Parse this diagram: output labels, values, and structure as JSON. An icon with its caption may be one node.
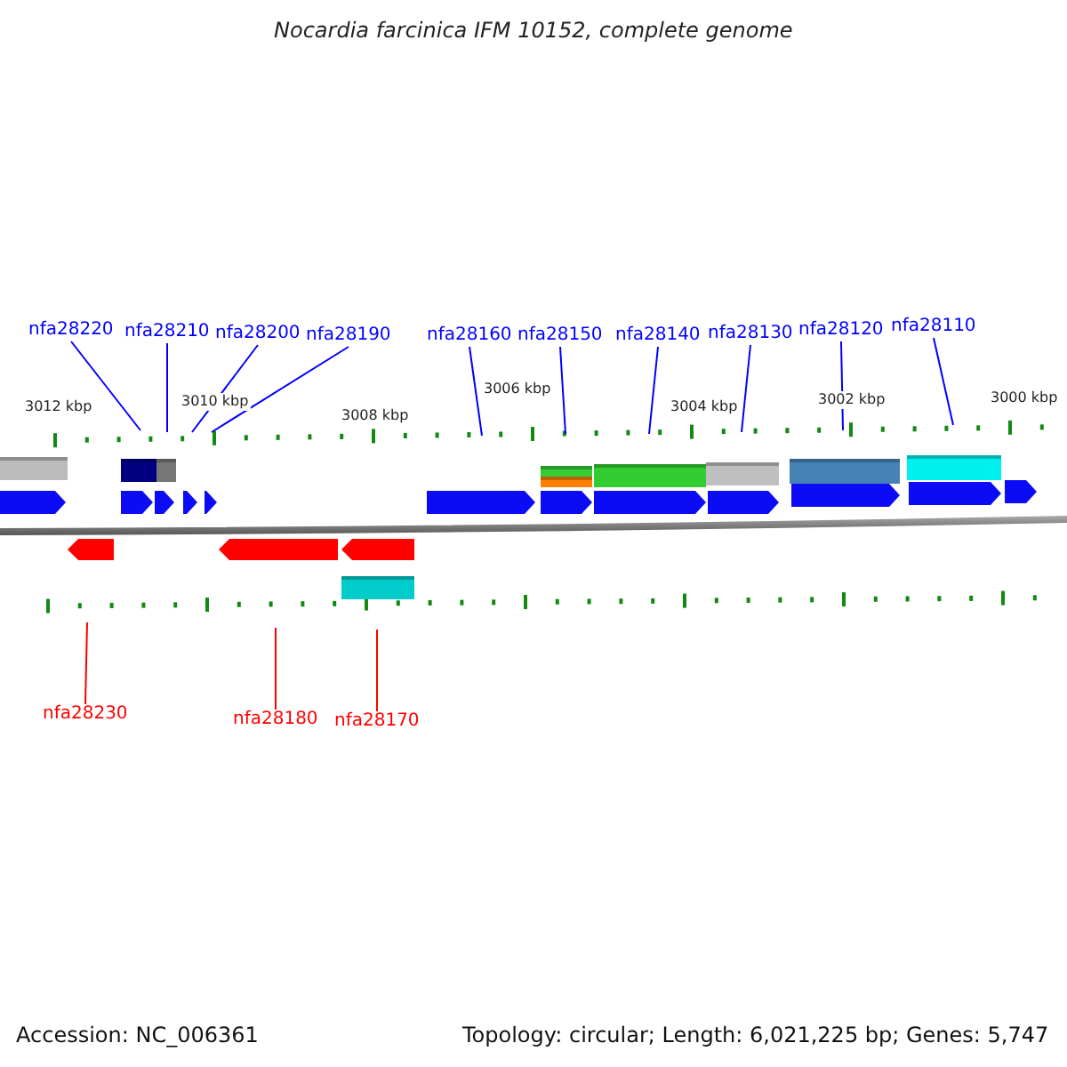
{
  "diagram": {
    "title": "Nocardia farcinica IFM 10152, complete genome",
    "nodes": [
      {
        "text": [
          "nfa28220"
        ]
      },
      {
        "text": [
          "nfa28210"
        ]
      },
      {
        "text": [
          "nfa28200"
        ]
      },
      {
        "text": [
          "nfa28190"
        ]
      },
      {
        "text": [
          "nfa28160"
        ]
      },
      {
        "text": [
          "nfa28150"
        ]
      },
      {
        "text": [
          "nfa28140"
        ]
      },
      {
        "text": [
          "nfa28130"
        ]
      },
      {
        "text": [
          "nfa28120"
        ]
      },
      {
        "text": [
          "nfa28110"
        ]
      },
      {
        "text": [
          "nfa28230"
        ]
      },
      {
        "text": [
          "nfa28180"
        ]
      },
      {
        "text": [
          "nfa28170"
        ]
      }
    ],
    "edges": [
      {
        "from": 0,
        "to": null,
        "arrow": "none"
      },
      {
        "from": 1,
        "to": null,
        "arrow": "none"
      },
      {
        "from": 2,
        "to": null,
        "arrow": "none"
      },
      {
        "from": 3,
        "to": null,
        "arrow": "none"
      },
      {
        "from": 4,
        "to": null,
        "arrow": "none"
      },
      {
        "from": 5,
        "to": null,
        "arrow": "none"
      },
      {
        "from": 6,
        "to": null,
        "arrow": "none"
      },
      {
        "from": 7,
        "to": null,
        "arrow": "none"
      },
      {
        "from": 8,
        "to": null,
        "arrow": "none"
      },
      {
        "from": 9,
        "to": null,
        "arrow": "none"
      },
      {
        "from": 10,
        "to": null,
        "arrow": "none",
        "color": "#ff0000"
      },
      {
        "from": 11,
        "to": null,
        "arrow": "none",
        "color": "#ff0000"
      },
      {
        "from": 12,
        "to": null,
        "arrow": "none",
        "color": "#ff0000"
      }
    ],
    "labels": [
      "3012 kbp",
      "3010 kbp",
      "3008 kbp",
      "3006 kbp",
      "3004 kbp",
      "3002 kbp",
      "3000 kbp",
      "Accession: NC_006361",
      "Topology: circular; Length: 6,021,225 bp; Genes: 5,747"
    ]
  }
}
